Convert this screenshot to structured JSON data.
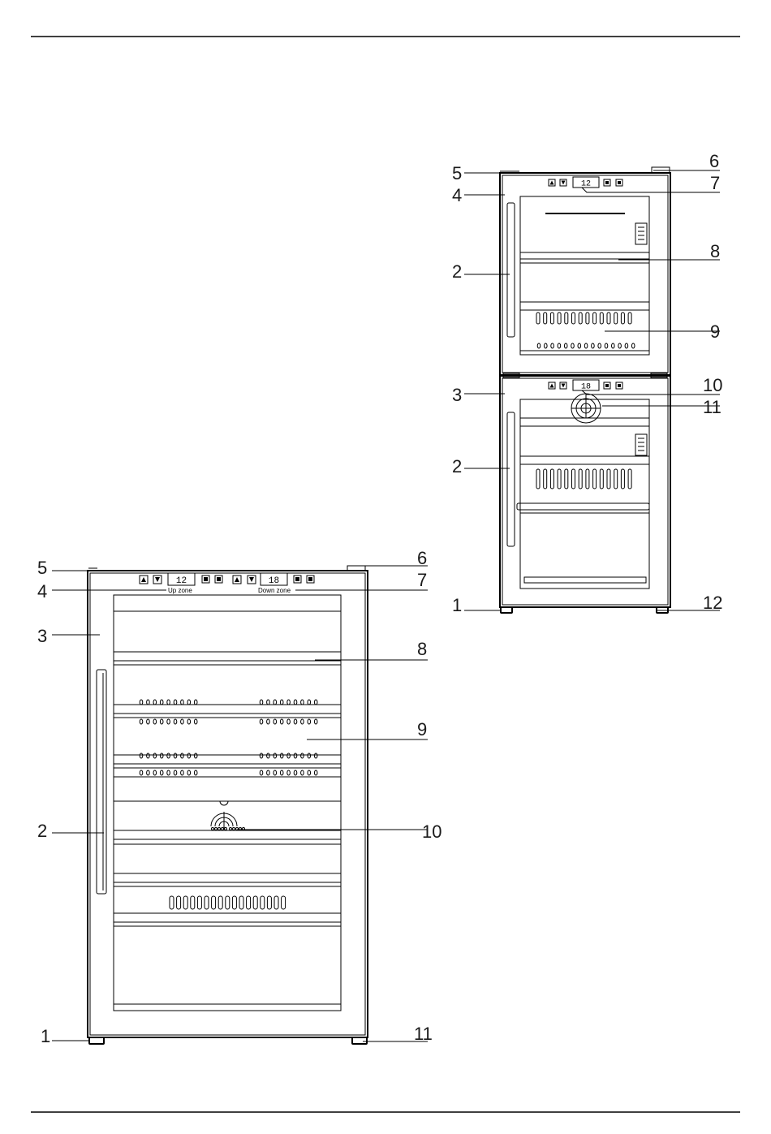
{
  "left_unit": {
    "callouts": [
      "5",
      "4",
      "3",
      "2",
      "1",
      "6",
      "7",
      "8",
      "9",
      "10",
      "11"
    ],
    "panel": {
      "up_zone": {
        "display": "12",
        "label": "Up zone"
      },
      "down_zone": {
        "display": "18",
        "label": "Down zone"
      }
    }
  },
  "right_unit": {
    "callouts": [
      "5",
      "6",
      "7",
      "4",
      "2",
      "8",
      "9",
      "10",
      "3",
      "11",
      "2",
      "1",
      "12"
    ],
    "upper_panel": {
      "display": "12"
    },
    "lower_panel": {
      "display": "18"
    }
  }
}
